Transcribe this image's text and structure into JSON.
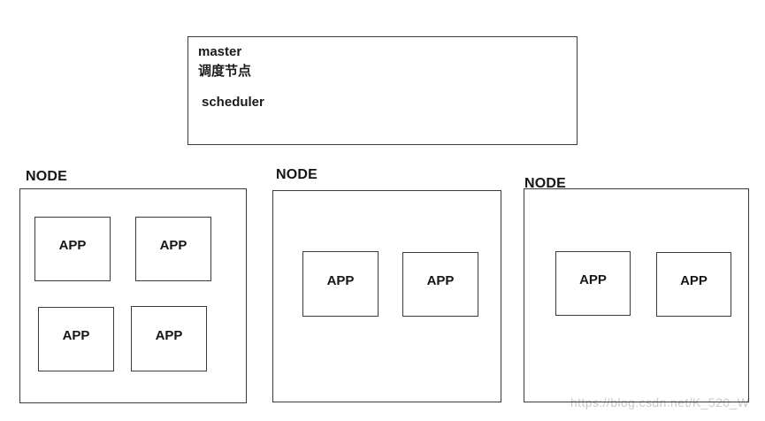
{
  "page": {
    "background_color": "#ffffff",
    "line_color": "#3a3a3a",
    "watermark": {
      "text": "https://blog.csdn.net/K_520_W",
      "color": "#c9c9c9"
    }
  },
  "master": {
    "lines": [
      "master",
      "调度节点",
      "scheduler"
    ]
  },
  "nodes": [
    {
      "label": "NODE",
      "apps": [
        "APP",
        "APP",
        "APP",
        "APP"
      ]
    },
    {
      "label": "NODE",
      "apps": [
        "APP",
        "APP"
      ]
    },
    {
      "label": "NODE",
      "apps": [
        "APP",
        "APP"
      ]
    }
  ]
}
